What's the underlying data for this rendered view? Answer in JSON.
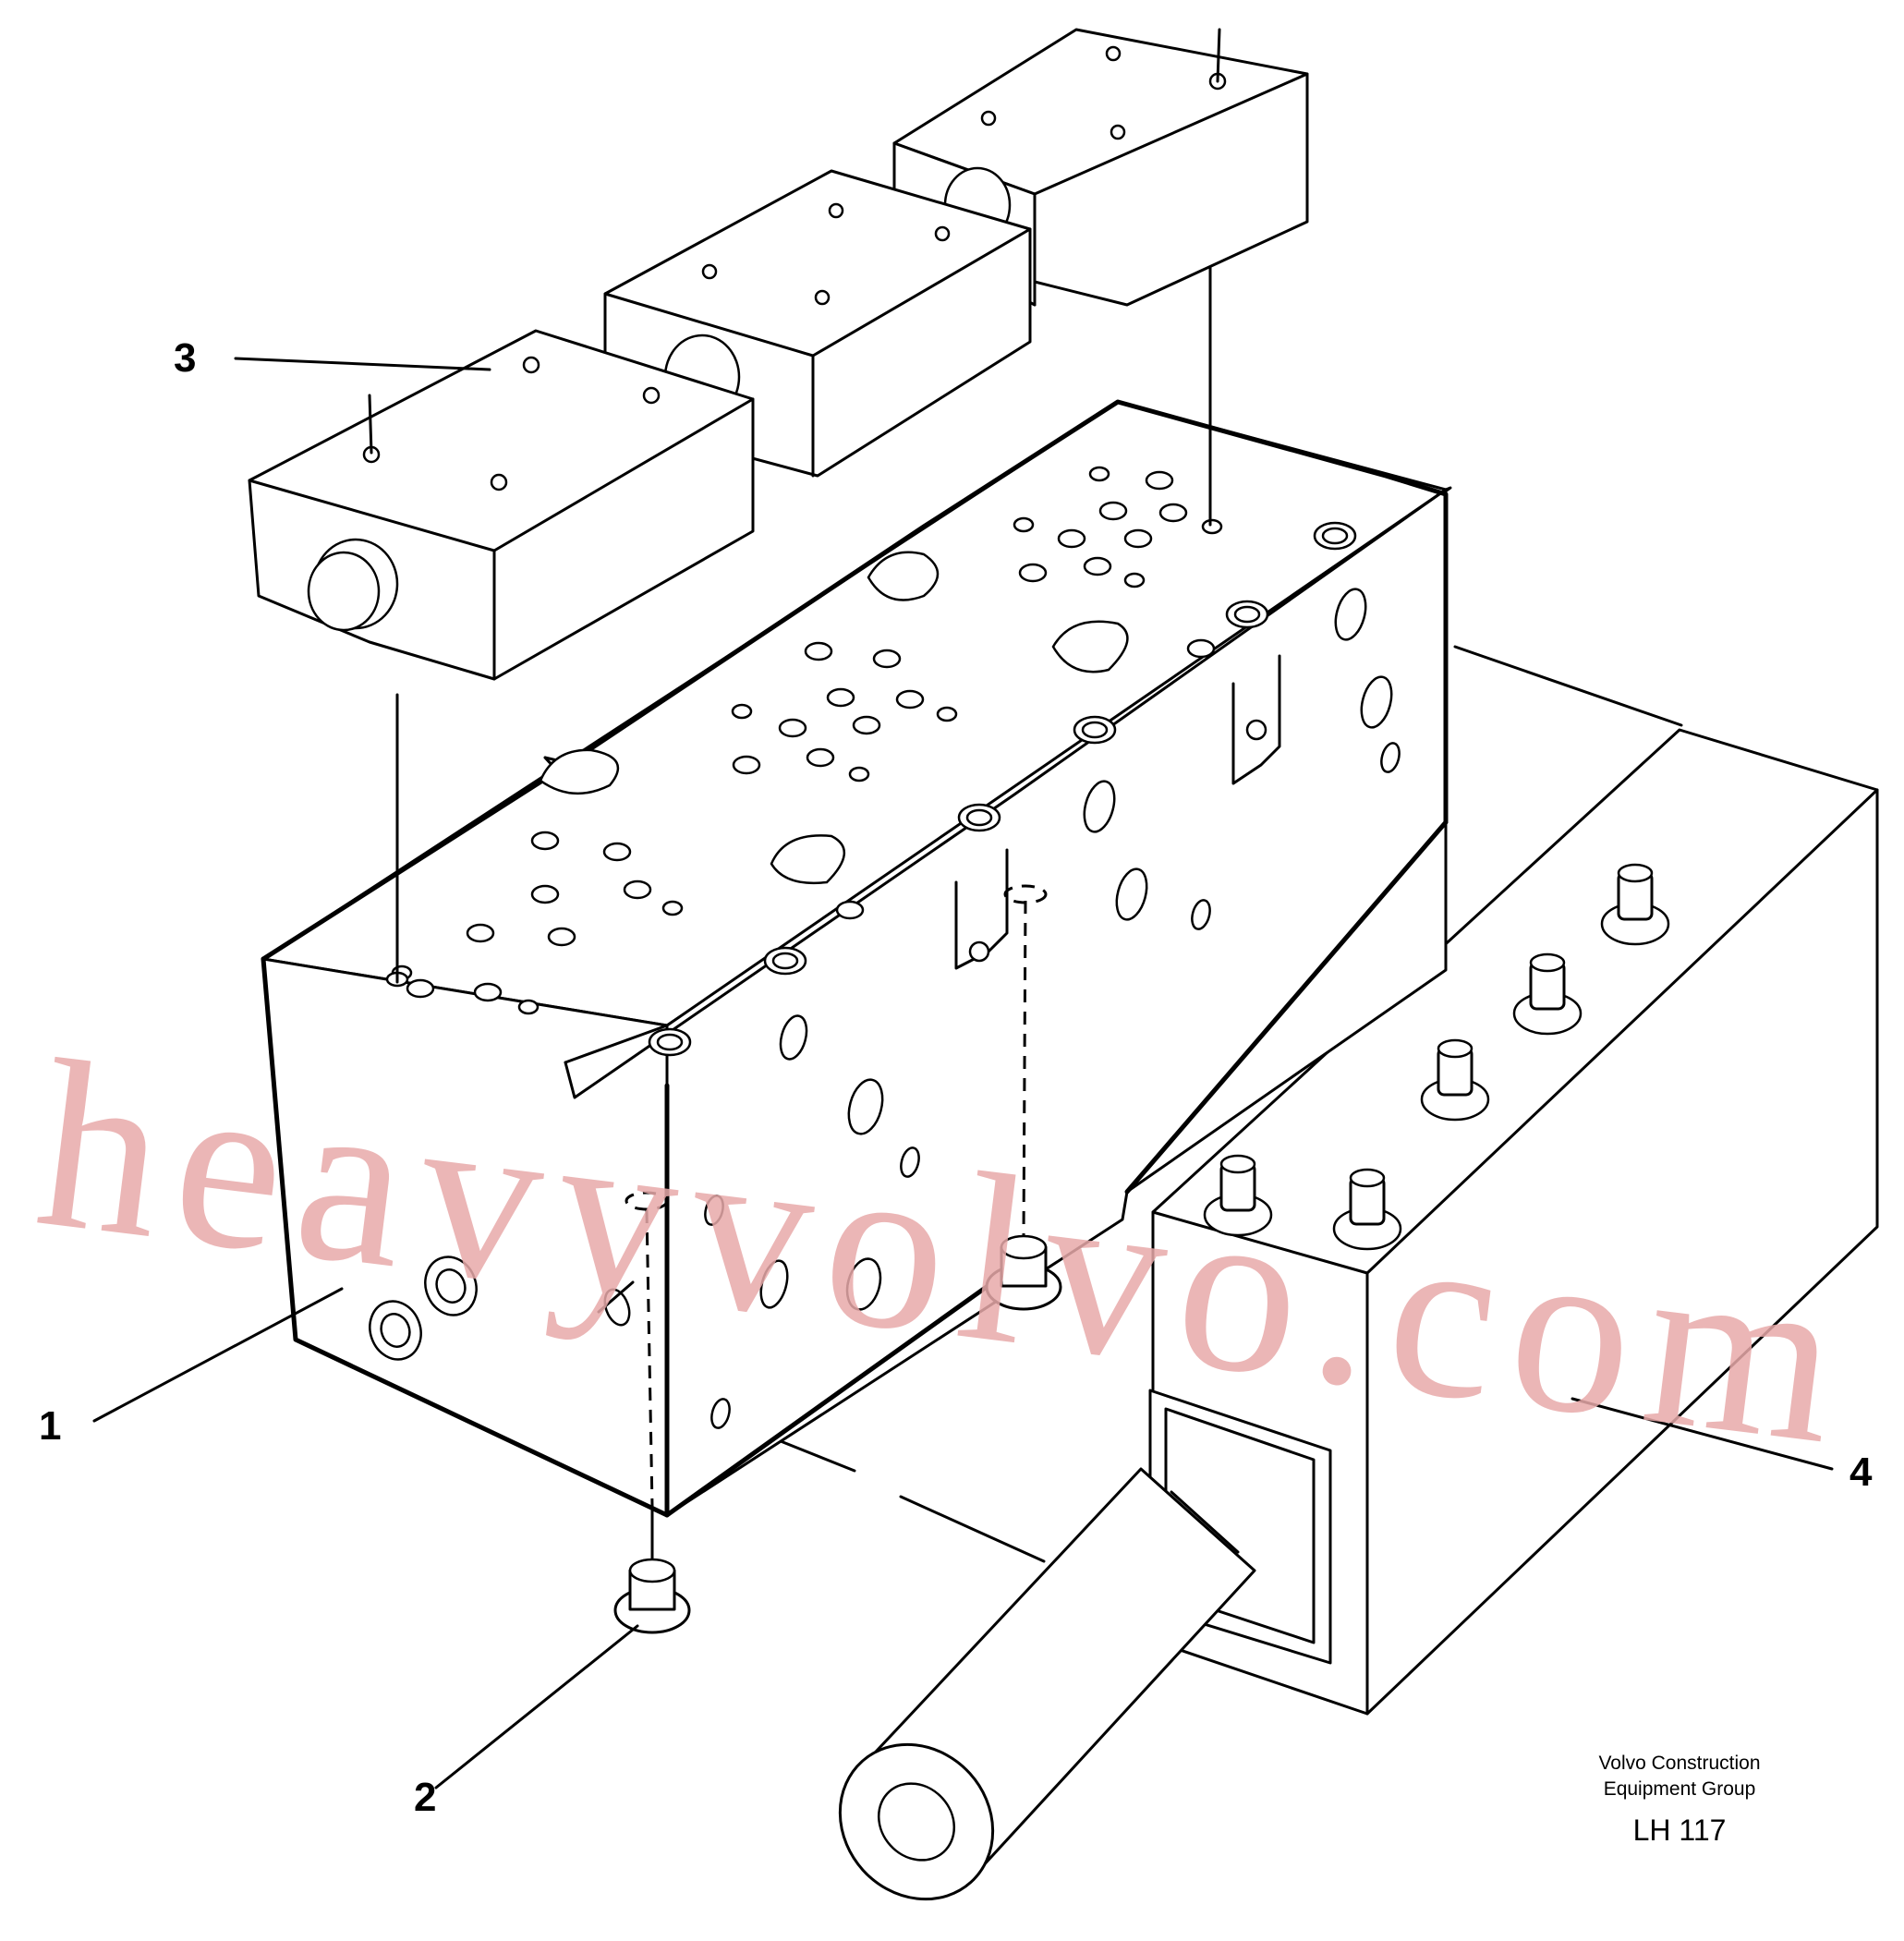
{
  "callouts": {
    "c1": "1",
    "c2": "2",
    "c3": "3",
    "c4": "4"
  },
  "caption": {
    "line1": "Volvo Construction",
    "line2": "Equipment Group",
    "code": "LH 117"
  },
  "watermark": "heavyvolvo.com",
  "colors": {
    "line": "#000000",
    "background": "#ffffff",
    "watermark": "#e8a9a9"
  }
}
